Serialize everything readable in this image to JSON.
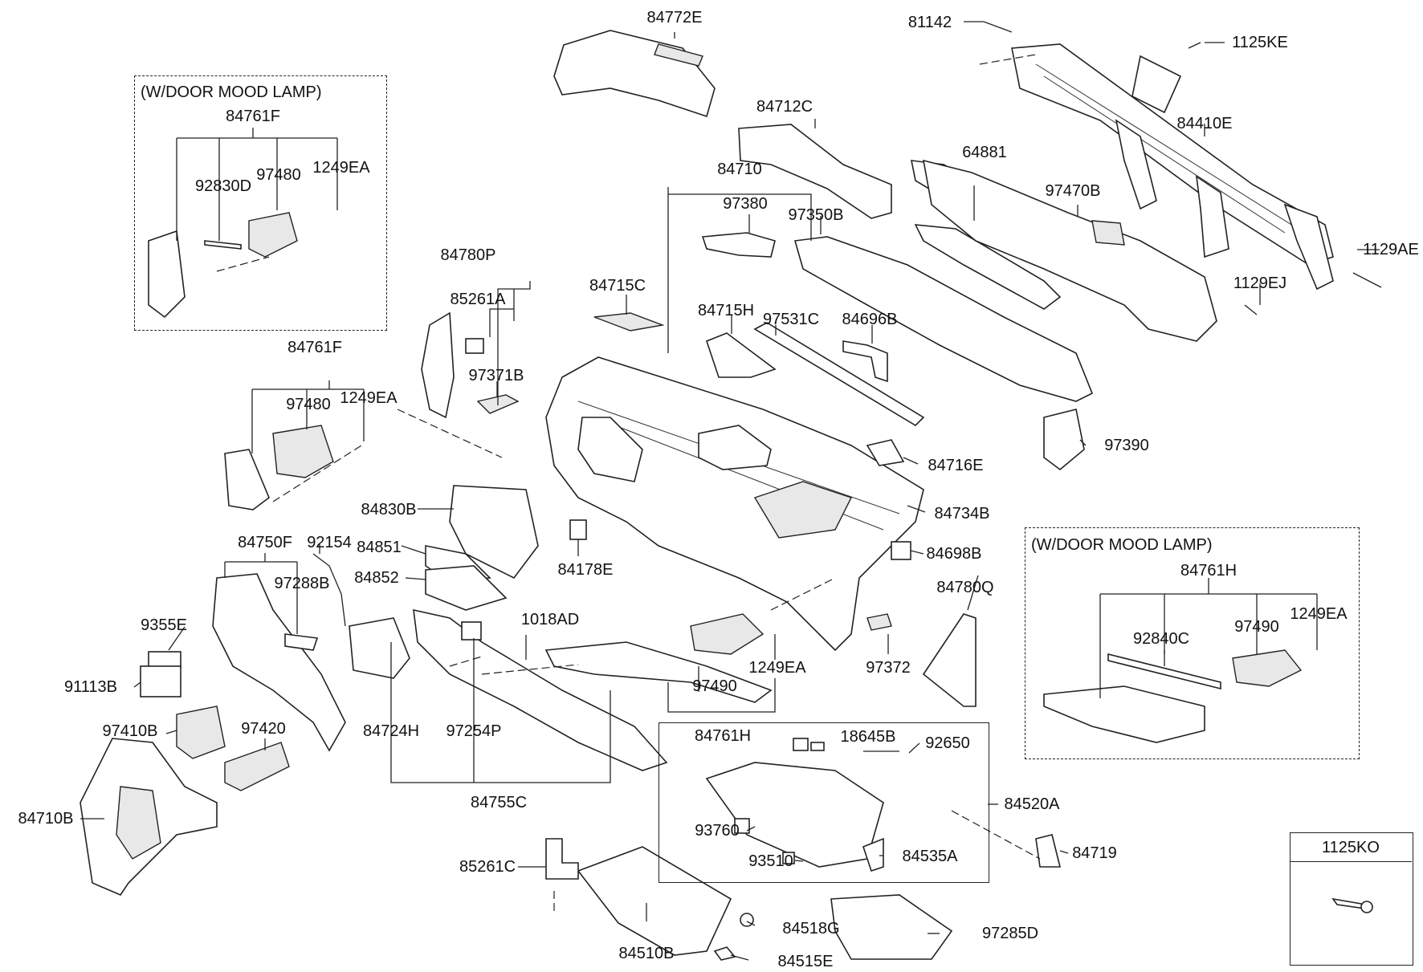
{
  "boxes": {
    "mood_lamp_left": "(W/DOOR MOOD LAMP)",
    "mood_lamp_right": "(W/DOOR MOOD LAMP)",
    "fastener": "1125KO"
  },
  "labels": {
    "p84772E": "84772E",
    "p81142": "81142",
    "p1125KE": "1125KE",
    "p84712C": "84712C",
    "p84410E": "84410E",
    "p84710": "84710",
    "p64881": "64881",
    "p97470B": "97470B",
    "p1129AE": "1129AE",
    "p97380": "97380",
    "p97350B": "97350B",
    "p1129EJ": "1129EJ",
    "p84761F_box": "84761F",
    "p92830D": "92830D",
    "p97480_box": "97480",
    "p1249EA_boxl": "1249EA",
    "p84780P": "84780P",
    "p85261A": "85261A",
    "p84715C": "84715C",
    "p84715H": "84715H",
    "p97531C": "97531C",
    "p84696B": "84696B",
    "p97371B": "97371B",
    "p84761F": "84761F",
    "p97480": "97480",
    "p1249EA_a": "1249EA",
    "p97390": "97390",
    "p84716E": "84716E",
    "p84830B": "84830B",
    "p84734B": "84734B",
    "p84750F": "84750F",
    "p92154": "92154",
    "p84851": "84851",
    "p84178E": "84178E",
    "p84698B": "84698B",
    "p84852": "84852",
    "p97288B": "97288B",
    "p84780Q": "84780Q",
    "p84761H_box": "84761H",
    "p9355E": "9355E",
    "p1018AD": "1018AD",
    "p92840C": "92840C",
    "p97490_box": "97490",
    "p1249EA_boxr": "1249EA",
    "p91113B": "91113B",
    "p1249EA_b": "1249EA",
    "p97372": "97372",
    "p97490": "97490",
    "p97410B": "97410B",
    "p97420": "97420",
    "p84724H": "84724H",
    "p97254P": "97254P",
    "p84761H": "84761H",
    "p18645B": "18645B",
    "p92650": "92650",
    "p84755C": "84755C",
    "p84520A": "84520A",
    "p84710B": "84710B",
    "p93760": "93760",
    "p84719": "84719",
    "p93510": "93510",
    "p84535A": "84535A",
    "p85261C": "85261C",
    "p84518G": "84518G",
    "p97285D": "97285D",
    "p84510B": "84510B",
    "p84515E": "84515E"
  }
}
